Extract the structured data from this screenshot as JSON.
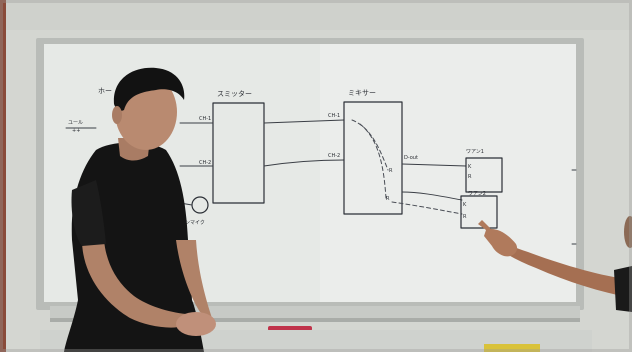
{
  "whiteboard": {
    "label_left_top": "ホー",
    "label_left_mid_1": "ユール",
    "label_left_mid_2": "++",
    "label_splitter": "スミッター",
    "label_mixer": "ミキサー",
    "label_ch1_left": "CH-1",
    "label_ch2_left": "CH-2",
    "label_ch1_right": "CH-1",
    "label_ch2_right": "CH-2",
    "label_room1": "ワアン1",
    "label_room2": "ワアン2",
    "label_d_out": "D-out",
    "label_k": "K",
    "label_r": "R",
    "label_mic": "ガンマイク"
  },
  "colors": {
    "wall": "#d8dad5",
    "board": "#e6e9e6",
    "frame": "#b9bcb8",
    "ink": "#2b2f36",
    "shirt": "#141414",
    "skin": "#b98a70",
    "marker_red": "#c0334a"
  }
}
